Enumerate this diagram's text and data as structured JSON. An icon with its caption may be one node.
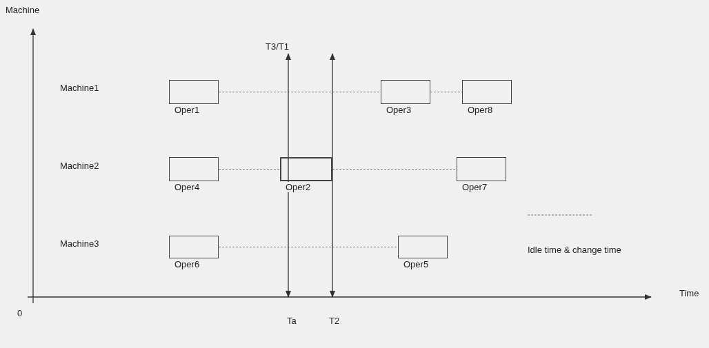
{
  "diagram": {
    "nodes": [
      {
        "text": [
          "Oper1"
        ]
      },
      {
        "text": [
          "Oper3"
        ]
      },
      {
        "text": [
          "Oper8"
        ]
      },
      {
        "text": [
          "Oper4"
        ]
      },
      {
        "text": [
          "Oper2"
        ]
      },
      {
        "text": [
          "Oper7"
        ]
      },
      {
        "text": [
          "Oper6"
        ]
      },
      {
        "text": [
          "Oper5"
        ]
      }
    ],
    "edges": [
      {
        "from": 0,
        "to": 1,
        "arrow": "none",
        "style": "dashed"
      },
      {
        "from": 1,
        "to": 2,
        "arrow": "none",
        "style": "dashed"
      },
      {
        "from": 3,
        "to": 4,
        "arrow": "none",
        "style": "dashed"
      },
      {
        "from": 4,
        "to": 5,
        "arrow": "none",
        "style": "dashed"
      },
      {
        "from": 6,
        "to": 7,
        "arrow": "none",
        "style": "dashed"
      }
    ],
    "labels": [
      "Machine",
      "T3/T1",
      "Machine1",
      "Machine2",
      "Machine3",
      "0",
      "Time",
      "Ta",
      "T2"
    ],
    "legend": [
      {
        "text": "Idle time & change time"
      }
    ]
  }
}
